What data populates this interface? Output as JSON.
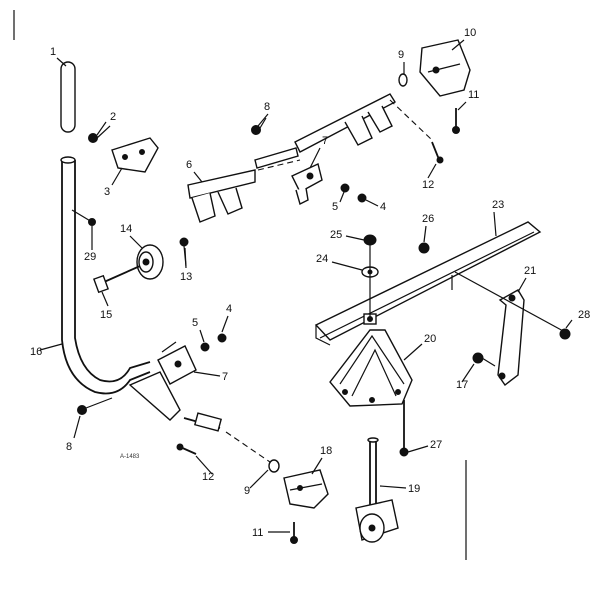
{
  "diagram_code": "A-1483",
  "callouts": {
    "c1": "1",
    "c2": "2",
    "c3": "3",
    "c4a": "4",
    "c4b": "4",
    "c5a": "5",
    "c5b": "5",
    "c6": "6",
    "c7a": "7",
    "c7b": "7",
    "c8a": "8",
    "c8b": "8",
    "c9a": "9",
    "c9b": "9",
    "c10": "10",
    "c11a": "11",
    "c11b": "11",
    "c12a": "12",
    "c12b": "12",
    "c13": "13",
    "c14": "14",
    "c15": "15",
    "c16": "16",
    "c17": "17",
    "c18": "18",
    "c19": "19",
    "c20": "20",
    "c21": "21",
    "c23": "23",
    "c24": "24",
    "c25": "25",
    "c26": "26",
    "c27": "27",
    "c28": "28",
    "c29": "29"
  }
}
